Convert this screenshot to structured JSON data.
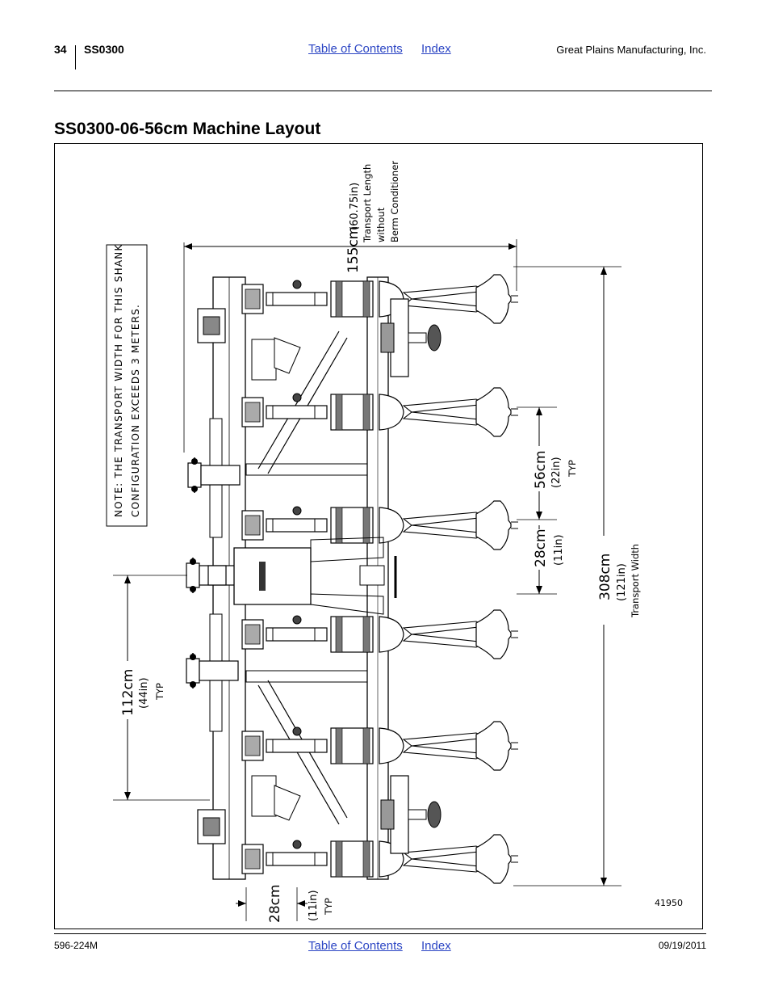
{
  "header": {
    "page_number": "34",
    "model": "SS0300",
    "toc_link": "Table of Contents",
    "index_link": "Index",
    "company": "Great Plains Manufacturing, Inc."
  },
  "title": "SS0300-06-56cm Machine Layout",
  "diagram": {
    "note_line1": "NOTE: THE TRANSPORT WIDTH FOR THIS SHANK",
    "note_line2": "CONFIGURATION EXCEEDS 3 METERS.",
    "dim_155_cm": "155cm",
    "dim_155_in": "(60.75in)",
    "dim_155_desc1": "Transport Length",
    "dim_155_desc2": "without",
    "dim_155_desc3": "Berm Conditioner",
    "dim_56_cm": "56cm",
    "dim_56_in": "(22in)",
    "dim_56_typ": "TYP",
    "dim_28a_cm": "28cm",
    "dim_28a_in": "(11in)",
    "dim_308_cm": "308cm",
    "dim_308_in": "(121in)",
    "dim_308_desc": "Transport Width",
    "dim_112_cm": "112cm",
    "dim_112_in": "(44in)",
    "dim_112_typ": "TYP",
    "dim_28b_cm": "28cm",
    "dim_28b_in": "(11in)",
    "dim_28b_typ": "TYP",
    "figure_number": "41950"
  },
  "footer": {
    "doc_number": "596-224M",
    "toc_link": "Table of Contents",
    "index_link": "Index",
    "date": "09/19/2011"
  }
}
